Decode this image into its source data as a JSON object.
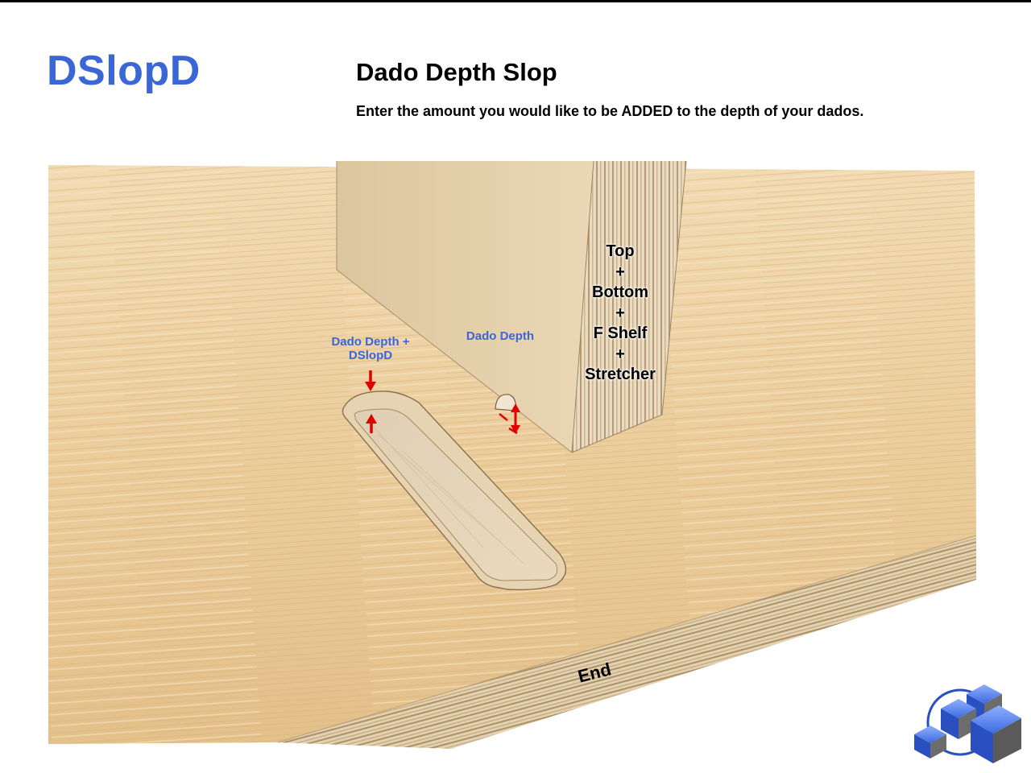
{
  "brand": "DSlopD",
  "title": "Dado Depth Slop",
  "subtitle": "Enter the amount you would like to be ADDED to the depth of your dados.",
  "labels": {
    "dado_depth_slop_line1": "Dado Depth +",
    "dado_depth_slop_line2": "DSlopD",
    "dado_depth": "Dado Depth",
    "panel_stack": [
      "Top",
      "+",
      "Bottom",
      "+",
      "F Shelf",
      "+",
      "Stretcher"
    ],
    "end": "End"
  },
  "colors": {
    "brand_blue": "#3a66d6",
    "arrow_red": "#e00000",
    "wood_light": "#f0d5a8",
    "wood_mid": "#e6c28e",
    "ply_edge": "#d9c4a0"
  },
  "icons": [
    "logo-cube-icon"
  ]
}
